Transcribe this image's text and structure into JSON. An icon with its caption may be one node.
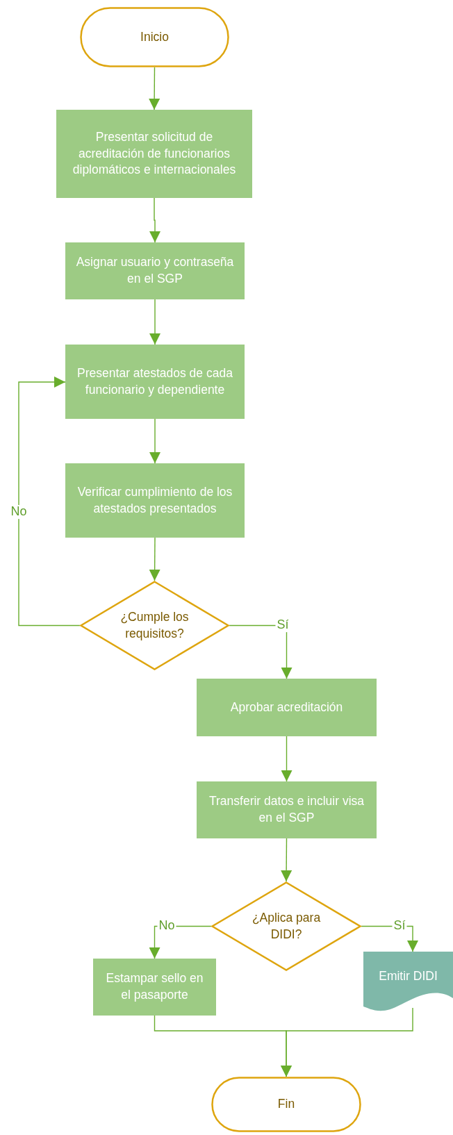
{
  "diagram": {
    "nodes": [
      {
        "text": [
          "Inicio"
        ]
      },
      {
        "text": [
          "Presentar solicitud de acreditación de funcionarios diplomáticos e internacionales"
        ]
      },
      {
        "text": [
          "Asignar usuario y contraseña en el SGP"
        ]
      },
      {
        "text": [
          "Presentar atestados de cada funcionario y dependiente"
        ]
      },
      {
        "text": [
          "Verificar cumplimiento de los atestados presentados"
        ]
      },
      {
        "text": [
          "¿Cumple los requisitos?"
        ]
      },
      {
        "text": [
          "Aprobar acreditación"
        ]
      },
      {
        "text": [
          "Transferir datos e incluir visa en el SGP"
        ]
      },
      {
        "text": [
          "¿Aplica para DIDI?"
        ]
      },
      {
        "text": [
          "Estampar sello en el pasaporte"
        ]
      },
      {
        "text": [
          "Emitir DIDI"
        ]
      },
      {
        "text": [
          "Fin"
        ]
      }
    ],
    "edges": [
      {
        "from": 0,
        "to": 1,
        "arrow": "to"
      },
      {
        "from": 1,
        "to": 2,
        "arrow": "to"
      },
      {
        "from": 2,
        "to": 3,
        "arrow": "to"
      },
      {
        "from": 3,
        "to": 4,
        "arrow": "to"
      },
      {
        "from": 4,
        "to": 5,
        "arrow": "to"
      },
      {
        "from": 5,
        "to": 3,
        "arrow": "to",
        "label": "No"
      },
      {
        "from": 5,
        "to": 6,
        "arrow": "to",
        "label": "Sí"
      },
      {
        "from": 6,
        "to": 7,
        "arrow": "to"
      },
      {
        "from": 7,
        "to": 8,
        "arrow": "to"
      },
      {
        "from": 8,
        "to": 9,
        "arrow": "to",
        "label": "No"
      },
      {
        "from": 8,
        "to": 10,
        "arrow": "to",
        "label": "Sí"
      },
      {
        "from": 9,
        "to": 11,
        "arrow": "to"
      },
      {
        "from": 10,
        "to": 11,
        "arrow": "to"
      }
    ]
  }
}
